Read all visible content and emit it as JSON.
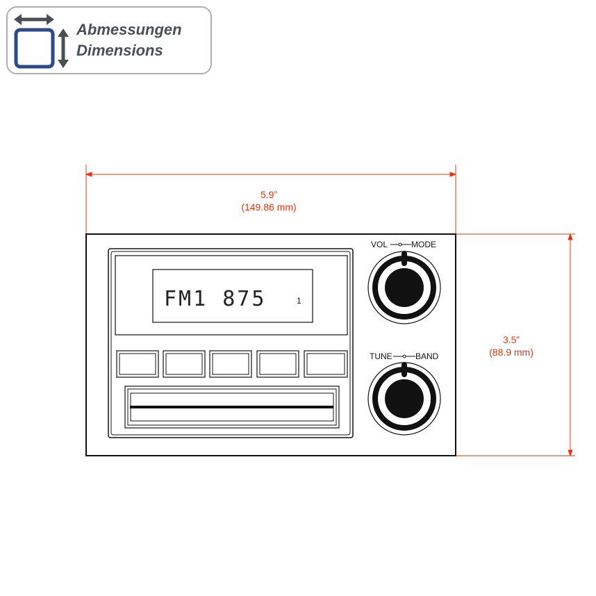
{
  "header": {
    "title_de": "Abmessungen",
    "title_en": "Dimensions"
  },
  "dimensions": {
    "width_in": "5.9”",
    "width_mm": "(149.86 mm)",
    "height_in": "3.5”",
    "height_mm": "(88.9 mm)"
  },
  "radio": {
    "display_text": "FM1 875",
    "display_preset": "1",
    "knob_top_left": "VOL",
    "knob_top_right": "MODE",
    "knob_bottom_left": "TUNE",
    "knob_bottom_right": "BAND",
    "preset_buttons": 5
  },
  "colors": {
    "dimension": "#e8330f",
    "header_text": "#4a4f55",
    "icon_blue": "#2b4a8b"
  }
}
